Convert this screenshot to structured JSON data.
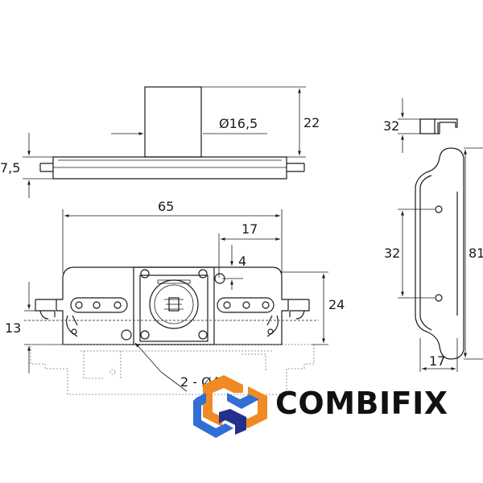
{
  "dimensions": {
    "top_diameter": "Ø16,5",
    "top_height": "22",
    "top_thickness": "7,5",
    "overall_width": "65",
    "hole_offset": "17",
    "hole_drop": "4",
    "front_height": "24",
    "left_height": "13",
    "holes_note": "2 - Ø4",
    "side_top": "32",
    "side_hole_pitch": "32",
    "side_length": "81",
    "side_depth": "17"
  },
  "logo": {
    "text": "COMBIFIX",
    "colors": {
      "orange": "#f08a24",
      "blue": "#2f6fd6",
      "navy": "#23318c"
    }
  }
}
